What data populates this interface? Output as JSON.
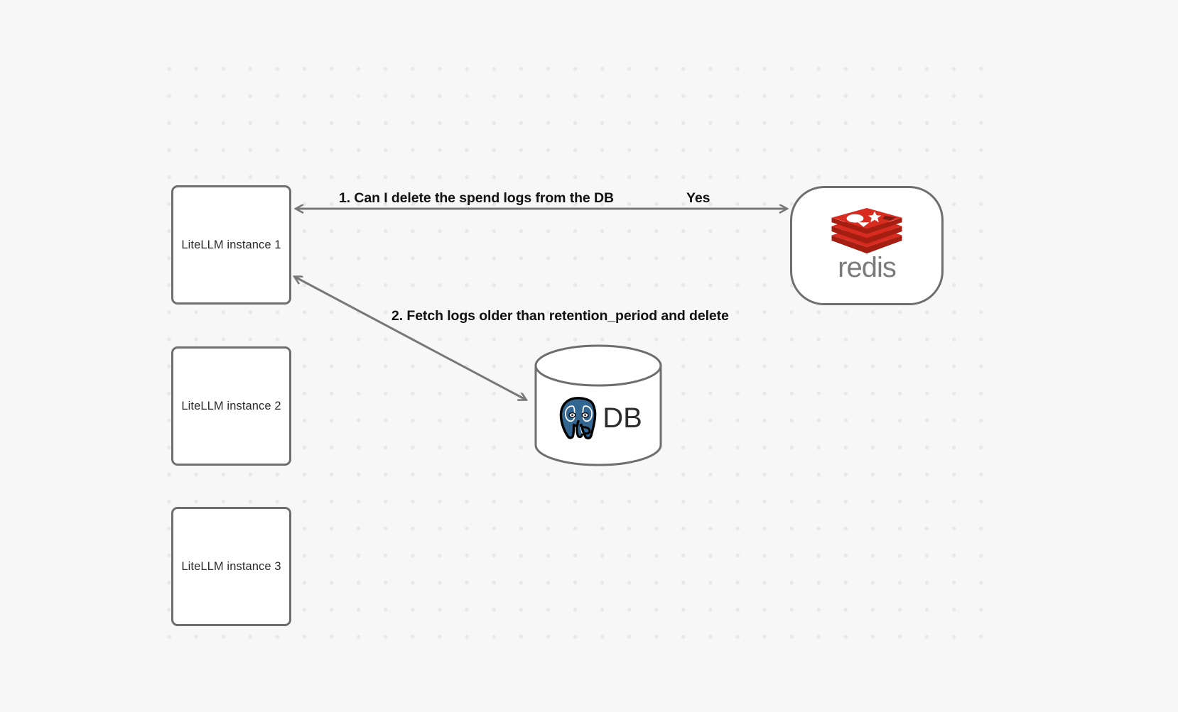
{
  "canvas": {
    "background_color": "#f7f7f8",
    "grid_dot_color": "#e8e8ea",
    "node_stroke_color": "#6e6e6e",
    "edge_stroke_color": "#787878"
  },
  "nodes": {
    "litellm_instances": [
      {
        "id": "litellm-instance-1",
        "label": "LiteLLM instance 1"
      },
      {
        "id": "litellm-instance-2",
        "label": "LiteLLM instance 2"
      },
      {
        "id": "litellm-instance-3",
        "label": "LiteLLM instance 3"
      }
    ],
    "redis": {
      "id": "redis-node",
      "wordmark": "redis",
      "wordmark_color": "#7b7b7b",
      "logo_color": "#d82c20",
      "logo_shadow_color": "#a41e11"
    },
    "database": {
      "id": "postgres-db-node",
      "label": "DB",
      "logo_color": "#336791",
      "shape": "cylinder"
    }
  },
  "edges": [
    {
      "id": "edge-litellm1-redis",
      "from": "litellm-instance-1",
      "to": "redis-node",
      "direction": "bidirectional",
      "label": "1.  Can I delete the spend logs from the DB",
      "answer_label": "Yes"
    },
    {
      "id": "edge-litellm1-db",
      "from": "litellm-instance-1",
      "to": "postgres-db-node",
      "direction": "bidirectional",
      "label": "2.  Fetch logs older than retention_period and delete"
    }
  ]
}
